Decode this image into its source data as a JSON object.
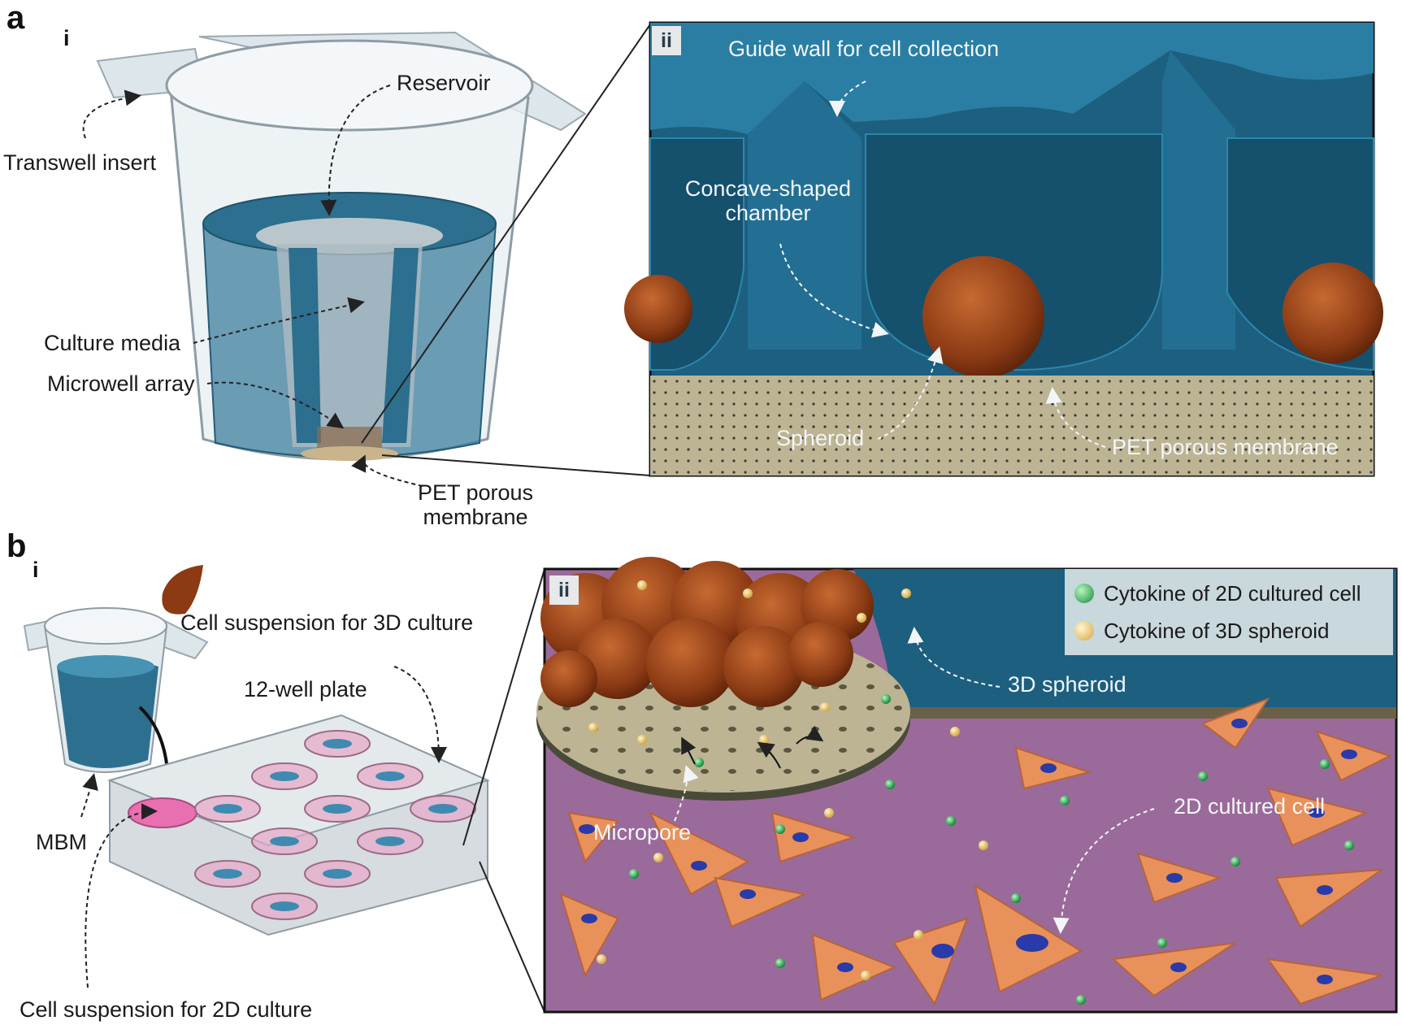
{
  "panel_a": {
    "letter": "a",
    "sub_i": "i",
    "sub_ii": "ii",
    "labels": {
      "transwell_insert": "Transwell insert",
      "reservoir": "Reservoir",
      "culture_media": "Culture media",
      "microwell_array": "Microwell array",
      "pet_membrane_line1": "PET porous",
      "pet_membrane_line2": "membrane",
      "guide_wall": "Guide wall for cell collection",
      "concave_line1": "Concave-shaped",
      "concave_line2": "chamber",
      "spheroid": "Spheroid",
      "pet_porous_membrane": "PET porous membrane"
    }
  },
  "panel_b": {
    "letter": "b",
    "sub_i": "i",
    "sub_ii": "ii",
    "labels": {
      "cell_suspension_3d": "Cell suspension for 3D culture",
      "twelve_well_plate": "12-well plate",
      "mbm": "MBM",
      "cell_suspension_2d": "Cell suspension for 2D culture",
      "spheroid_3d": "3D spheroid",
      "micropore": "Micropore",
      "cultured_cell_2d": "2D cultured cell"
    },
    "legend": [
      {
        "label": "Cytokine of 2D cultured cell",
        "color": "#1fa64a"
      },
      {
        "label": "Cytokine of 3D spheroid",
        "color": "#e8c66a"
      }
    ]
  },
  "colors": {
    "chamber_blue": "#1c5f7f",
    "membrane_tan": "#bdb494",
    "spheroid_brown": "#8b3a14",
    "medium_purple": "#9a6a9a",
    "cell_orange": "#e8915a",
    "nucleus_blue": "#2a3aa8",
    "plate_pink": "#e7a6c8"
  }
}
